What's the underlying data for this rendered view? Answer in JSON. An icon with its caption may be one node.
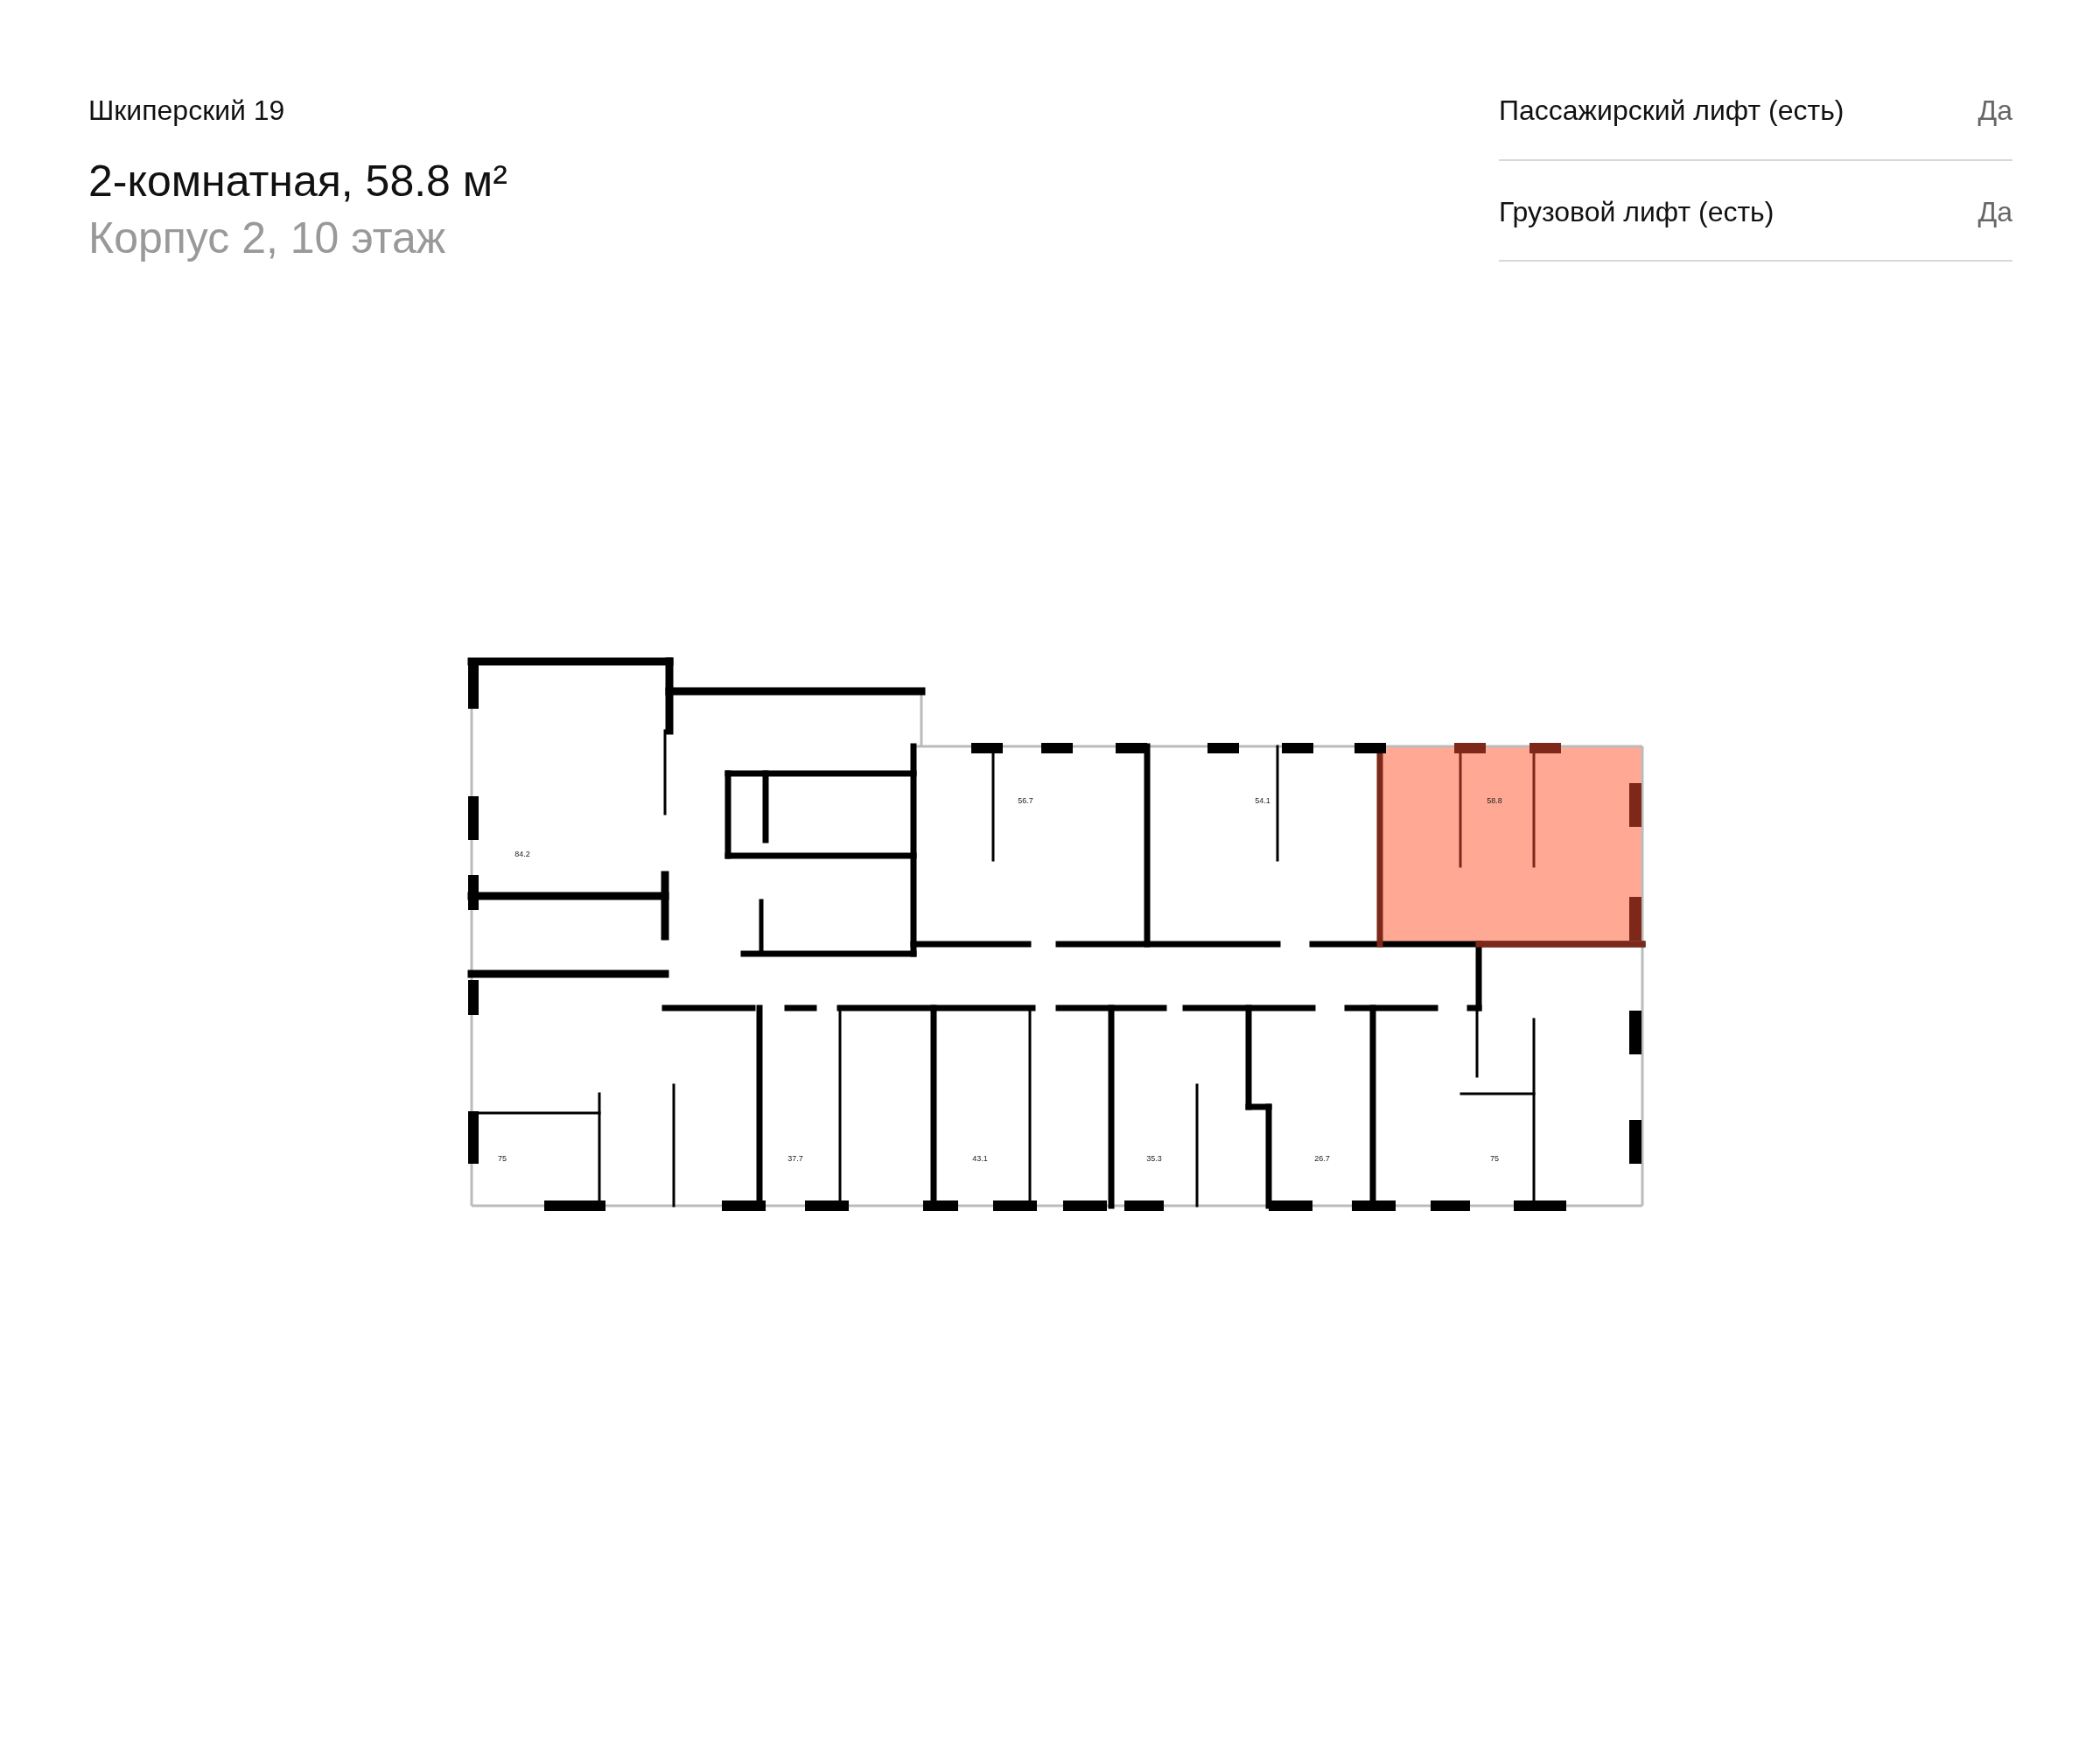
{
  "diagram": {
    "labels": [
      "Шкиперский 19",
      "2-комнатная, 58.8 м²",
      "Корпус 2, 10 этаж",
      "Пассажирский лифт (есть)",
      "Да",
      "Грузовой лифт (есть)",
      "Да",
      "84.2",
      "56.7",
      "54.1",
      "58.8",
      "75",
      "37.7",
      "43.1",
      "35.3",
      "26.7",
      "75"
    ]
  }
}
